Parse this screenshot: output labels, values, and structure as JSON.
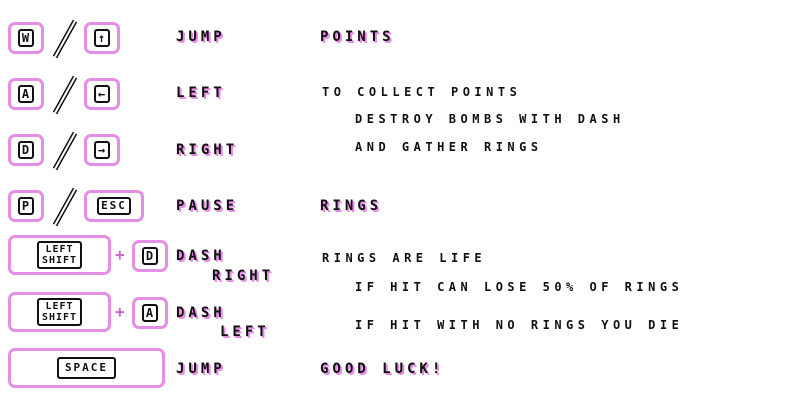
{
  "controls": [
    {
      "key": "W",
      "alt_key": "↑",
      "action": "JUMP"
    },
    {
      "key": "A",
      "alt_key": "←",
      "action": "LEFT"
    },
    {
      "key": "D",
      "alt_key": "→",
      "action": "RIGHT"
    },
    {
      "key": "P",
      "alt_key": "ESC",
      "action": "PAUSE"
    },
    {
      "key": "LEFT SHIFT",
      "key_line1": "LEFT",
      "key_line2": "SHIFT",
      "alt_key": "D",
      "action": "DASH",
      "action2": "RIGHT"
    },
    {
      "key": "LEFT SHIFT",
      "key_line1": "LEFT",
      "key_line2": "SHIFT",
      "alt_key": "A",
      "action": "DASH",
      "action2": "LEFT"
    },
    {
      "key": "SPACE",
      "action": "JUMP"
    }
  ],
  "plus_sign": "+",
  "info": {
    "points_heading": "POINTS",
    "points_line1": "TO COLLECT POINTS",
    "points_line2": "DESTROY BOMBS WITH DASH",
    "points_line3": "AND GATHER RINGS",
    "rings_heading": "RINGS",
    "rings_line1": "RINGS ARE LIFE",
    "rings_line2": "IF HIT CAN LOSE 50% OF RINGS",
    "rings_line3": "IF HIT WITH NO RINGS YOU DIE",
    "good_luck": "GOOD LUCK!"
  },
  "colors": {
    "accent": "#e58ee5",
    "text": "#111111",
    "background": "#ffffff"
  }
}
